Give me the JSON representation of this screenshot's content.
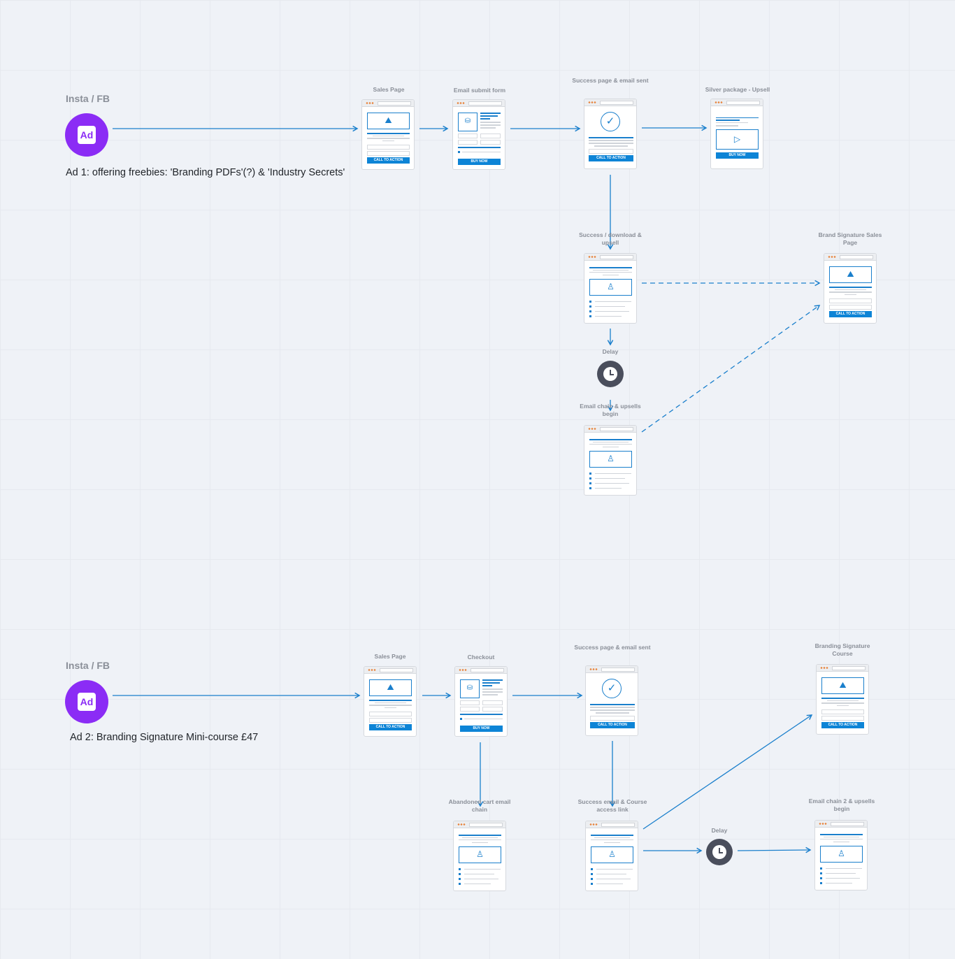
{
  "colors": {
    "accent": "#0d84d6",
    "ad_badge": "#8b2cf5",
    "clock": "#4a4e5c"
  },
  "funnels": [
    {
      "source": "Insta / FB",
      "ad_icon": "Ad",
      "caption": "Ad 1: offering freebies: 'Branding PDFs'(?) & 'Industry Secrets'",
      "delay": "Delay",
      "nodes": [
        {
          "label": "Sales Page",
          "type": "sales",
          "cta": "CALL TO ACTION"
        },
        {
          "label": "Email submit form",
          "type": "form",
          "cta": "BUY NOW"
        },
        {
          "label": "Success page & email sent",
          "type": "success",
          "cta": "CALL TO ACTION"
        },
        {
          "label": "Silver package - Upsell",
          "type": "upsell",
          "cta": "BUY NOW"
        },
        {
          "label": "Success / download & upsell",
          "type": "email"
        },
        {
          "label": "Brand Signature Sales Page",
          "type": "sales",
          "cta": "CALL TO ACTION"
        },
        {
          "label": "Email chain & upsells begin",
          "type": "email"
        }
      ]
    },
    {
      "source": "Insta / FB",
      "ad_icon": "Ad",
      "caption": "Ad 2: Branding Signature Mini-course £47",
      "delay": "Delay",
      "nodes": [
        {
          "label": "Sales Page",
          "type": "sales",
          "cta": "CALL TO ACTION"
        },
        {
          "label": "Checkout",
          "type": "form",
          "cta": "BUY NOW"
        },
        {
          "label": "Success page & email sent",
          "type": "success",
          "cta": "CALL TO ACTION"
        },
        {
          "label": "Branding Signature Course",
          "type": "sales",
          "cta": "CALL TO ACTION"
        },
        {
          "label": "Abandoned cart email chain",
          "type": "email"
        },
        {
          "label": "Success email & Course access link",
          "type": "email"
        },
        {
          "label": "Email chain 2 & upsells begin",
          "type": "email"
        }
      ]
    }
  ]
}
